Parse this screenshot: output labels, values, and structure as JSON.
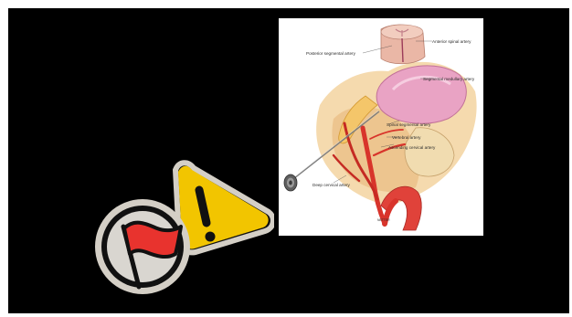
{
  "illustration": {
    "labels": {
      "posterior_segmental_artery": "Posterior segmental artery",
      "anterior_spinal_artery": "Anterior spinal artery",
      "segmental_medullary_artery": "Segmental medullary artery",
      "spinal_segmental_artery": "Spinal segmental artery",
      "vertebral_artery": "Vertebral artery",
      "ascending_cervical_artery": "Ascending cervical artery",
      "deep_cervical_artery": "Deep cervical artery",
      "credit": "NETTER"
    }
  },
  "icons": {
    "warning": "warning-triangle-icon",
    "flag": "red-flag-icon"
  },
  "colors": {
    "background": "#000000",
    "warning_yellow": "#f2c500",
    "flag_red": "#e8332e",
    "badge_gray": "#d9d6d0",
    "artery_red": "#d8342b",
    "disc_pink": "#e9a3c4",
    "tissue_tan": "#f3d3a0"
  }
}
